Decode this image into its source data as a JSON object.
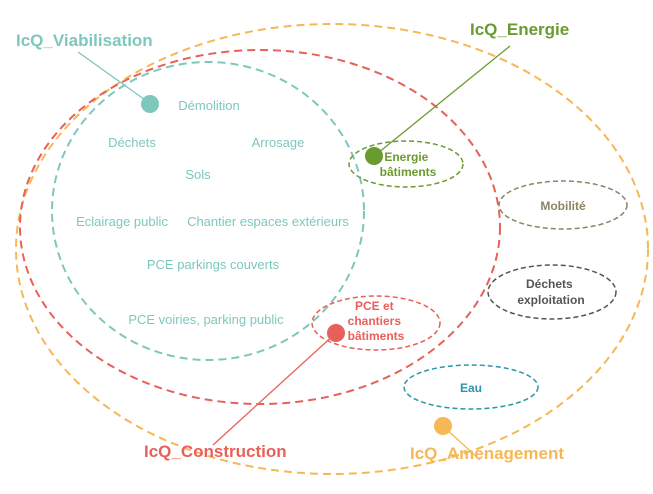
{
  "colors": {
    "viabilisation": "#7ec7bd",
    "construction": "#e8605a",
    "energie": "#6a9b2f",
    "amenagement": "#f6b756",
    "mobilite": "#8c8465",
    "dechets_exploitation": "#555555",
    "eau": "#2a97a8"
  },
  "titles": {
    "viabilisation": "IcQ_Viabilisation",
    "energie": "IcQ_Energie",
    "construction": "IcQ_Construction",
    "amenagement": "IcQ_Aménagement"
  },
  "viabilisation_items": [
    "Démolition",
    "Déchets",
    "Arrosage",
    "Sols",
    "Eclairage public",
    "Chantier espaces extérieurs",
    "PCE parkings couverts",
    "PCE voiries, parking public"
  ],
  "bubbles": {
    "energie_batiments": [
      "Energie",
      "bâtiments"
    ],
    "pce_chantiers": [
      "PCE et",
      "chantiers",
      "bâtiments"
    ],
    "mobilite": "Mobilité",
    "dechets_exploitation": [
      "Déchets",
      "exploitation"
    ],
    "eau": "Eau"
  }
}
